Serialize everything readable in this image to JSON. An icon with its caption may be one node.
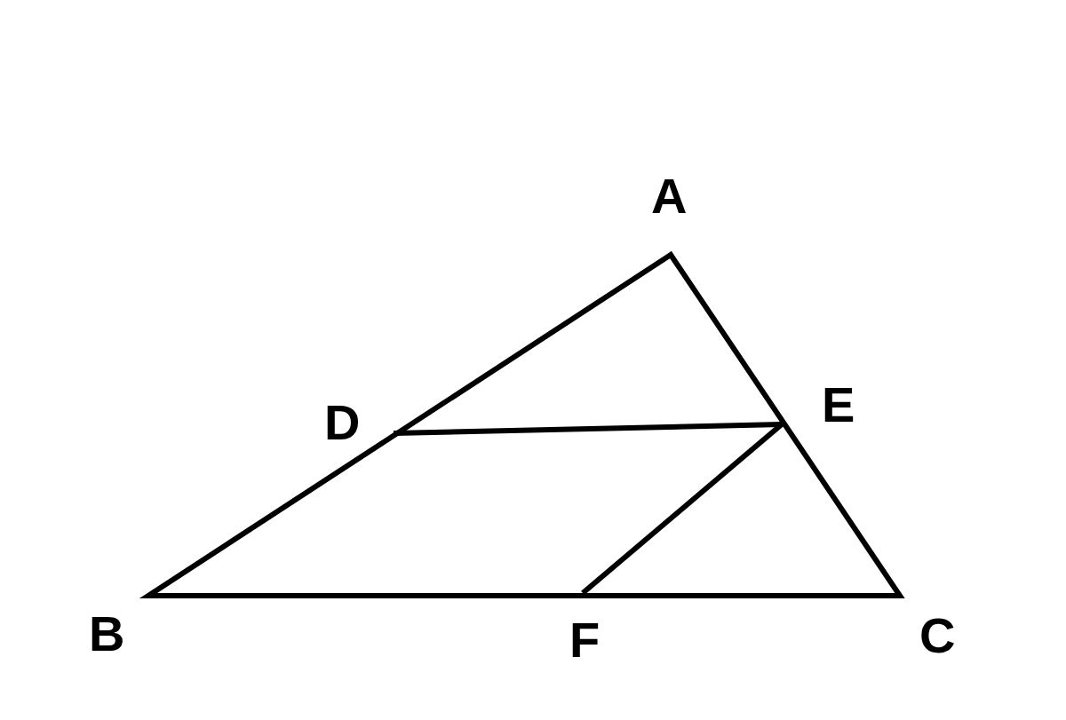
{
  "diagram": {
    "labels": [
      "A",
      "E",
      "D",
      "B",
      "F",
      "C"
    ]
  }
}
